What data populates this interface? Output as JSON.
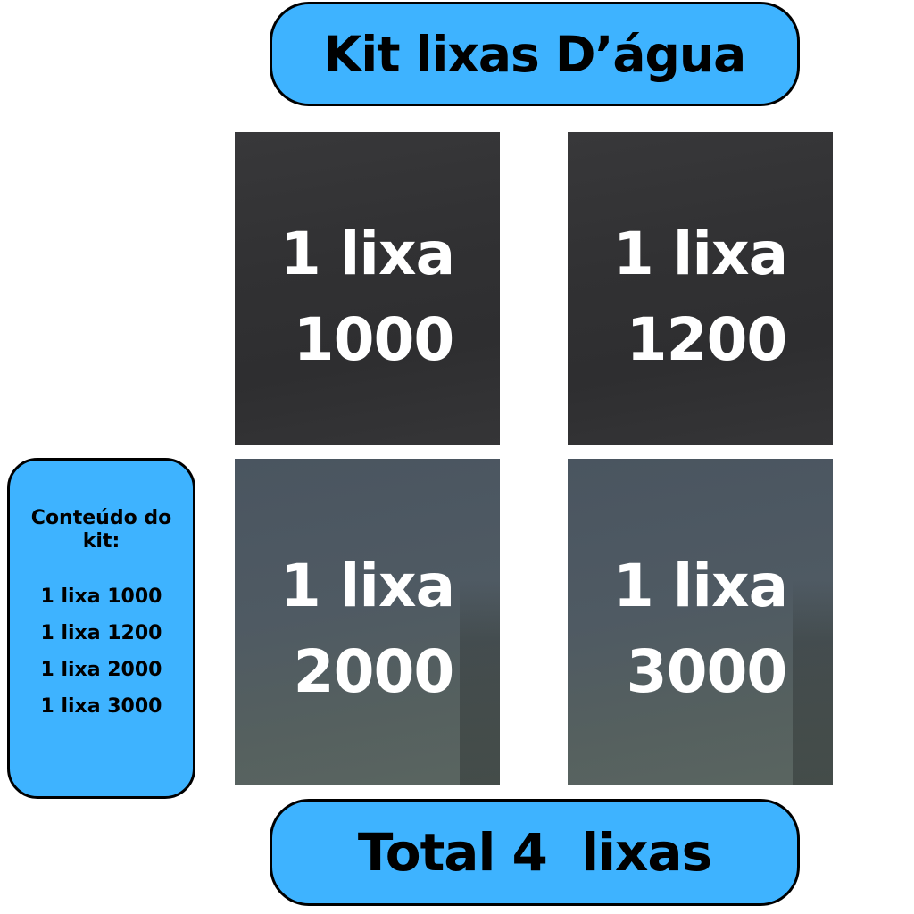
{
  "title": "Kit lixas D’água",
  "sheets": [
    {
      "line1": "1 lixa",
      "line2": "1000"
    },
    {
      "line1": "1 lixa",
      "line2": "1200"
    },
    {
      "line1": "1 lixa",
      "line2": "2000"
    },
    {
      "line1": "1 lixa",
      "line2": "3000"
    }
  ],
  "contents": {
    "heading": "Conteúdo do kit:",
    "items": [
      "1 lixa 1000",
      "1 lixa 1200",
      "1 lixa 2000",
      "1 lixa 3000"
    ]
  },
  "total": "Total 4  lixas",
  "colors": {
    "accent": "#3eb3ff",
    "border": "#000000",
    "sheet_dark": "#333335",
    "sheet_light": "#505b63"
  }
}
